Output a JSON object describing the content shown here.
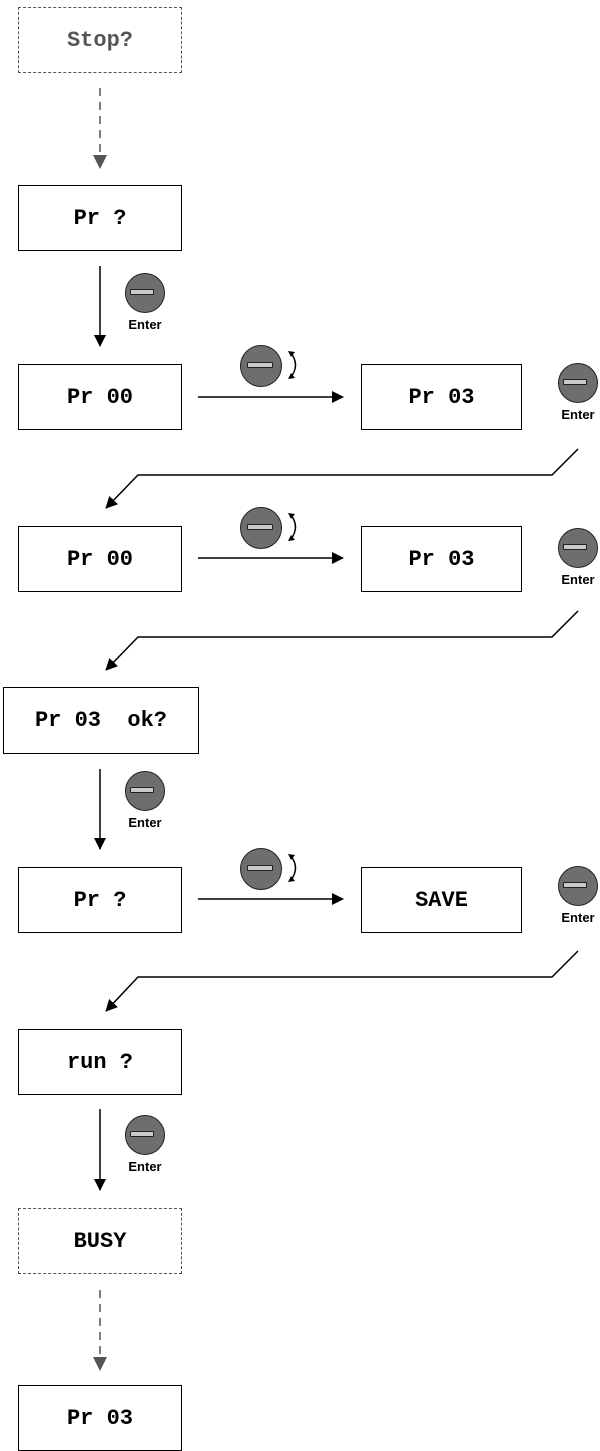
{
  "steps": {
    "stop": "Stop?",
    "pr_query": "Pr ?",
    "row1_left": "Pr 00",
    "row1_right": "Pr 03",
    "row2_left": "Pr 00",
    "row2_right": "Pr 03",
    "confirm": "Pr 03  ok?",
    "row3_left": "Pr ?",
    "row3_right": "SAVE",
    "run_query": "run ?",
    "busy": "BUSY",
    "final": "Pr 03"
  },
  "knob_label": "Enter",
  "icons": {
    "enter_knob": "enter-knob-icon",
    "rotate_knob": "rotate-knob-icon"
  },
  "colors": {
    "line": "#000000",
    "dashed": "#555555",
    "knob": "#6e6e6e",
    "slot": "#c9c9c9"
  }
}
